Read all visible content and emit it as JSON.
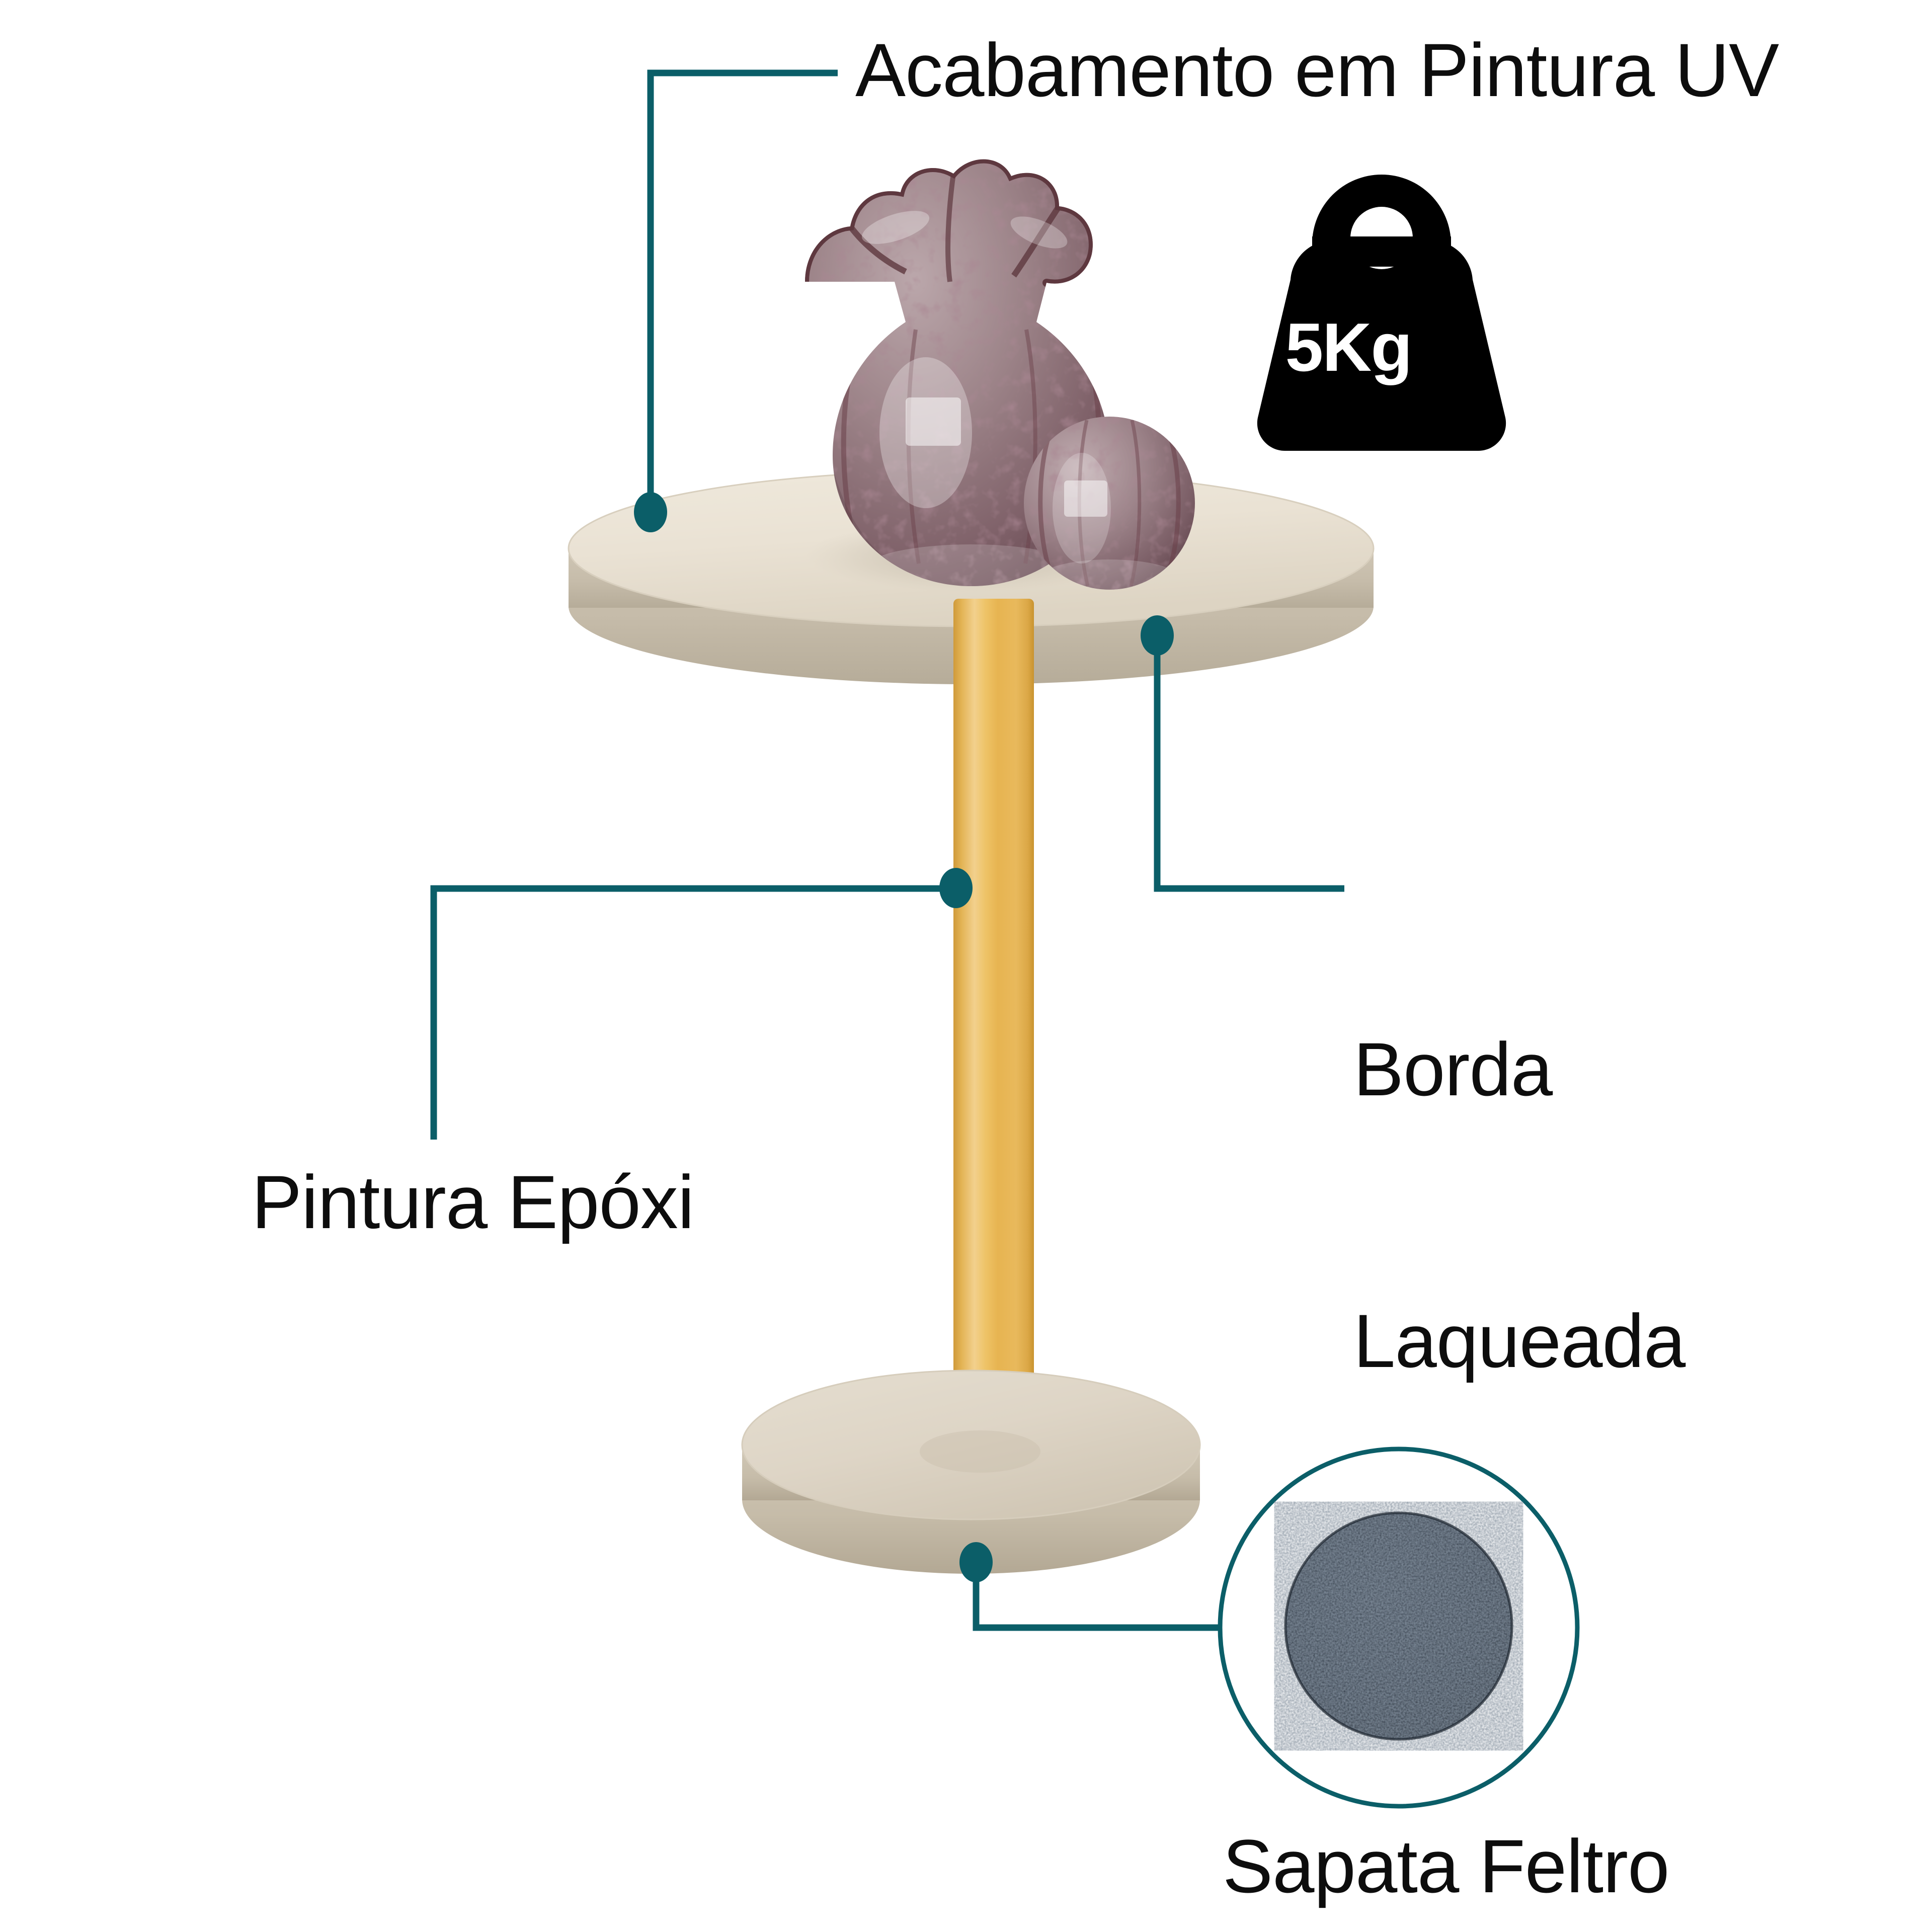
{
  "image": {
    "type": "product-feature-infographic",
    "product": "mesa lateral redonda",
    "background_color": "#ffffff",
    "accent_color": "#0b5e68",
    "text_color": "#0d0d0d"
  },
  "callouts": [
    {
      "id": "uv",
      "label": "Acabamento em Pintura UV",
      "lines": [
        "Acabamento em Pintura UV"
      ],
      "target": "tampo-superior",
      "connector": "elbow-down-left"
    },
    {
      "id": "borda",
      "label": "Borda Laqueada",
      "lines": [
        "Borda",
        "Laqueada"
      ],
      "target": "borda-do-tampo",
      "connector": "elbow-down-right"
    },
    {
      "id": "epoxi",
      "label": "Pintura Epóxi",
      "lines": [
        "Pintura Epóxi"
      ],
      "target": "coluna-central",
      "connector": "elbow-left-down"
    },
    {
      "id": "sapata",
      "label": "Sapata Feltro",
      "lines": [
        "Sapata Feltro"
      ],
      "target": "sapata-feltro",
      "connector": "elbow-down-right"
    }
  ],
  "badge": {
    "id": "weight-capacity",
    "icon": "weight-icon",
    "value": "5Kg",
    "fill_color": "#000000",
    "text_color": "#ffffff"
  },
  "product_parts": {
    "tabletop": {
      "name": "tampo",
      "surface_color": "#e9e1d2",
      "edge_color": "#c9c0ae"
    },
    "column": {
      "name": "coluna",
      "color": "#e8b857",
      "highlight_color": "#f3d08b",
      "shadow_color": "#c99a3c"
    },
    "base": {
      "name": "base",
      "surface_color": "#ddd5c6",
      "edge_color": "#cbc2b1"
    },
    "felt_pad": {
      "name": "sapata-feltro",
      "color": "#2b3440",
      "ring_color": "#0b5e68"
    }
  },
  "decor_objects": [
    {
      "name": "vaso-de-vidro-ondulado",
      "color": "#9b8189",
      "speckle_color": "#6a4049"
    },
    {
      "name": "esfera-de-vidro",
      "color": "#9b8189",
      "speckle_color": "#6a4049"
    }
  ]
}
